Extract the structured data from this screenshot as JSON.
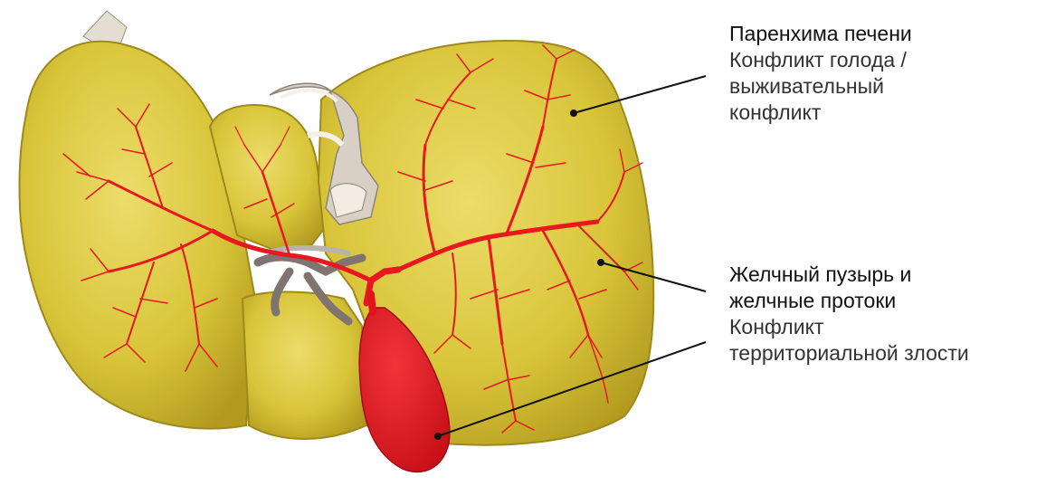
{
  "labels": {
    "parenchyma": {
      "title": "Паренхима печени",
      "conflict": [
        "Конфликт голода /",
        "выживательный",
        "конфликт"
      ]
    },
    "gallbladder": {
      "title": [
        "Желчный пузырь и",
        "желчные протоки"
      ],
      "conflict": [
        "Конфликт",
        "территориальной злости"
      ]
    }
  },
  "colors": {
    "liver": "#d9c53a",
    "liver_shadow": "#b19a1e",
    "liver_highlight": "#ecdc6a",
    "bile_ducts": "#e8181f",
    "gallbladder": "#e0141c",
    "ligament": "#d8d0c4",
    "vessels": "#8a7e7a",
    "leader_line": "#111111"
  }
}
